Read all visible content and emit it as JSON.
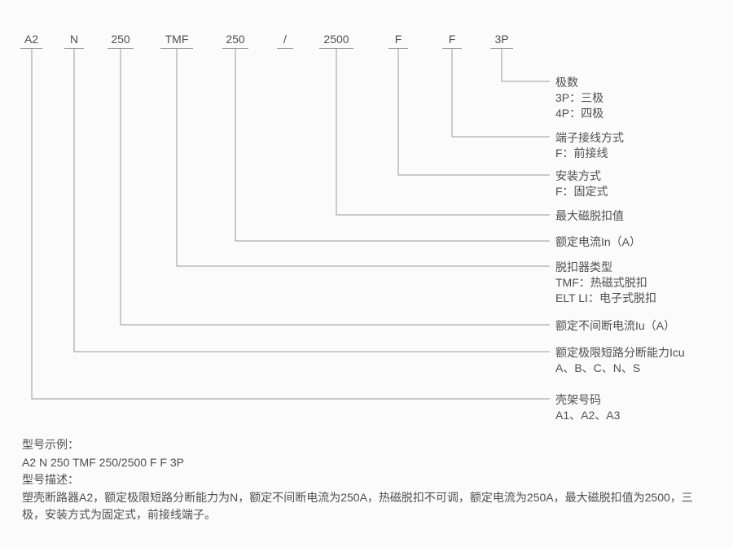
{
  "colors": {
    "background": "#fbfbfb",
    "text": "#4f4f4f",
    "line": "#9a9a9a"
  },
  "model": {
    "segments": [
      "A2",
      "N",
      "250",
      "TMF",
      "250",
      "/",
      "2500",
      "F",
      "F",
      "3P"
    ]
  },
  "legend": [
    {
      "title": "极数",
      "items": [
        "3P：三极",
        "4P：四极"
      ]
    },
    {
      "title": "端子接线方式",
      "items": [
        "F：前接线"
      ]
    },
    {
      "title": "安装方式",
      "items": [
        "F：固定式"
      ]
    },
    {
      "title": "最大磁脱扣值",
      "items": []
    },
    {
      "title": "额定电流In（A）",
      "items": []
    },
    {
      "title": "脱扣器类型",
      "items": [
        "TMF：热磁式脱扣",
        "ELT LI：电子式脱扣"
      ]
    },
    {
      "title": "额定不间断电流Iu（A）",
      "items": []
    },
    {
      "title": "额定极限短路分断能力Icu",
      "items": [
        "A、B、C、N、S"
      ]
    },
    {
      "title": "壳架号码",
      "items": [
        "A1、A2、A3"
      ]
    }
  ],
  "footer": {
    "example_label": "型号示例：",
    "example_value": "A2 N 250 TMF 250/2500 F F 3P",
    "description_label": "型号描述：",
    "description_value": "塑壳断路器A2，额定极限短路分断能力为N，额定不间断电流为250A，热磁脱扣不可调，额定电流为250A，最大磁脱扣值为2500，三极，安装方式为固定式，前接线端子。"
  }
}
